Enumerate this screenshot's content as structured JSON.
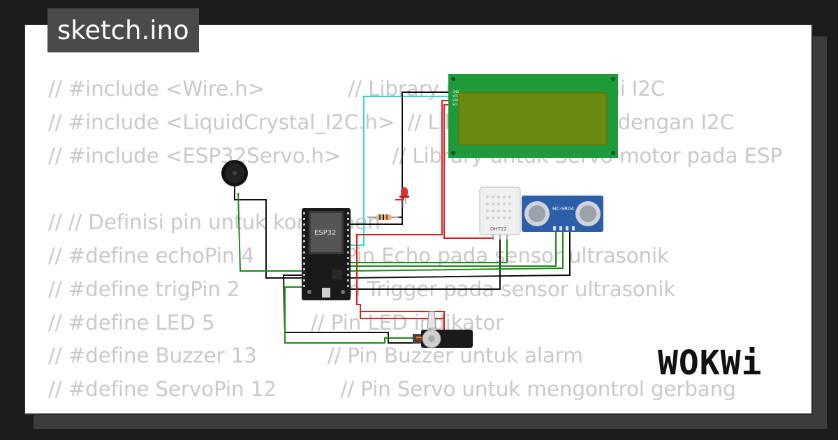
{
  "title": "sketch.ino",
  "code_lines": [
    "// #include <Wire.h>             // Library untuk komunikasi I2C",
    "// #include <LiquidCrystal_I2C.h>  // Library untuk LCD dengan I2C",
    "// #include <ESP32Servo.h>        // Library untuk Servo motor pada ESP",
    "",
    "// // Definisi pin untuk komponen",
    "// #define echoPin 4           // Pin Echo pada sensor ultrasonik",
    "// #define trigPin 2           // Pin Trigger pada sensor ultrasonik",
    "// #define LED 5               // Pin LED indikator",
    "// #define Buzzer 13           // Pin Buzzer untuk alarm",
    "// #define ServoPin 12          // Pin Servo untuk mengontrol gerbang"
  ],
  "components": {
    "esp32_label": "ESP32",
    "dht_label": "DHT22",
    "hcsr04_label": "HC-SR04",
    "lcd_pins": [
      "GND",
      "VCC",
      "SDA",
      "SCL"
    ]
  },
  "logo": "WOKWi",
  "colors": {
    "wire_green": "#1a8a1a",
    "wire_red": "#e02020",
    "wire_black": "#111111",
    "wire_cyan": "#36d6e0",
    "lcd_screen": "#5e7a0a",
    "lcd_board": "#1f9a3a"
  }
}
